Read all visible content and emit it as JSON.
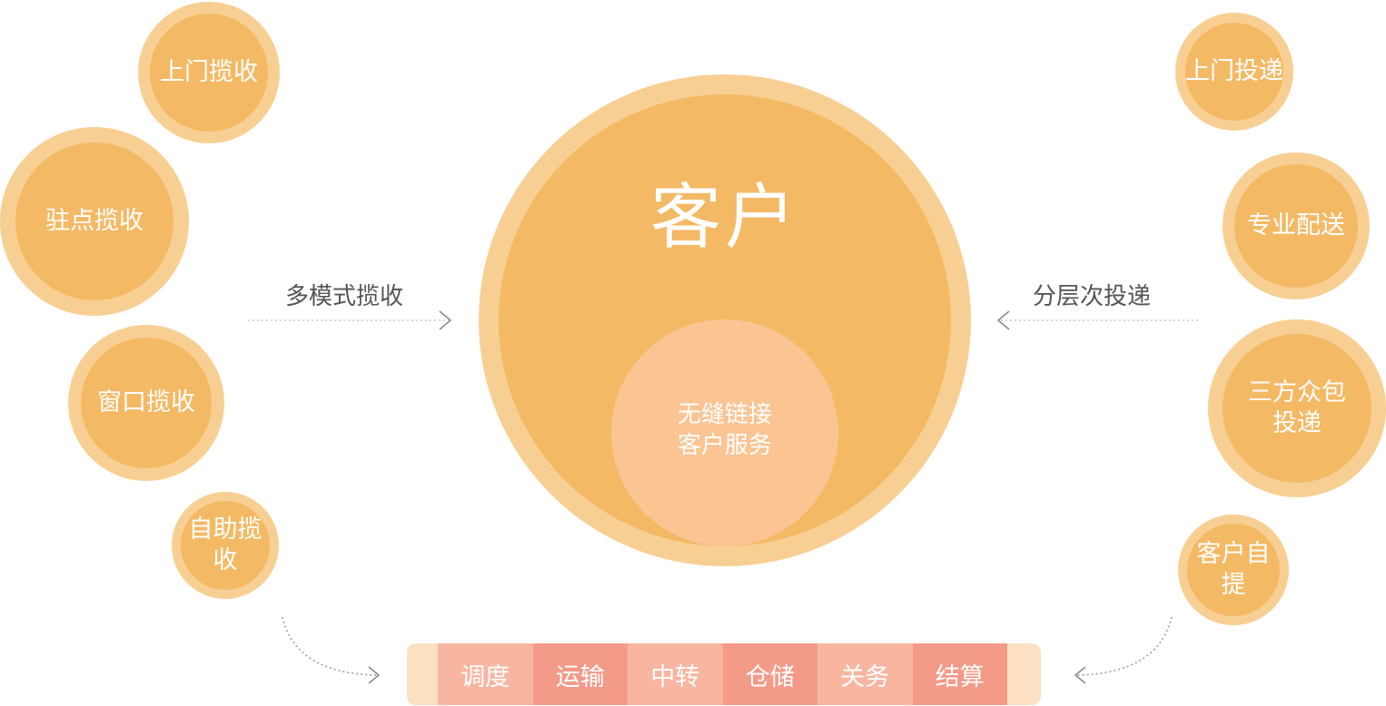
{
  "center": {
    "title": "客户",
    "core_text": "无缝链接\n客户服务"
  },
  "left": {
    "label": "多模式揽收",
    "items": [
      "上门揽收",
      "驻点揽收",
      "窗口揽收",
      "自助揽收"
    ]
  },
  "right": {
    "label": "分层次投递",
    "items": [
      "上门投递",
      "专业配送",
      "三方众包\n投递",
      "客户自提"
    ]
  },
  "process": [
    "调度",
    "运输",
    "中转",
    "仓储",
    "关务",
    "结算"
  ],
  "colors": {
    "bubble_outer": "#f8cf93",
    "bubble_inner": "#f4b965",
    "core": "#fbc493",
    "step_light": "#f8b6a0",
    "step_dark": "#f49a88",
    "bar_bg": "#fbe1c2"
  }
}
